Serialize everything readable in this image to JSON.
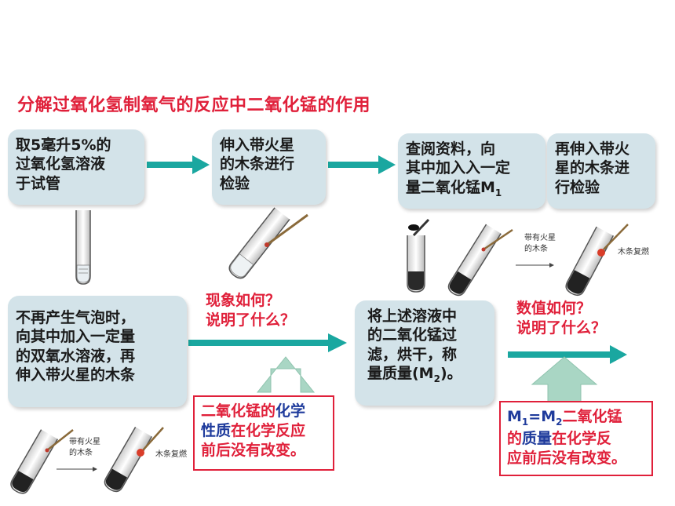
{
  "title": "分解过氧化氢制氧气的反应中二氧化锰的作用",
  "steps": {
    "s1": [
      "取5毫升5%的",
      "过氧化氢溶液",
      "于试管"
    ],
    "s2": [
      "伸入带火星",
      "的木条进行",
      "检验"
    ],
    "s3": [
      "查阅资料，向",
      "其中加入入一定",
      "量二氧化锰M"
    ],
    "s3_sub": "1",
    "s4": [
      "再伸入带火",
      "星的木条进",
      "行检验"
    ],
    "s5": [
      "不再产生气泡时，",
      "向其中加入一定量",
      "的双氧水溶液，再",
      "伸入带火星的木条"
    ],
    "s6": [
      "将上述溶液中",
      "的二氧化锰过",
      "滤，烘干，称"
    ],
    "s6_last_pre": "量质量(M",
    "s6_last_sub": "2",
    "s6_last_post": ")。"
  },
  "questions": {
    "q1": [
      "现象如何？",
      "说明了什么？"
    ],
    "q2": [
      "数值如何？",
      "说明了什么？"
    ]
  },
  "conclusions": {
    "c1": {
      "l1a": "二氧化锰的",
      "l1b": "化学",
      "l2a": "性质",
      "l2b": "在化学反应",
      "l3": "前后没有改变。"
    },
    "c2": {
      "m1": "M",
      "m1sub": "1",
      "eq": "=M",
      "m2sub": "2",
      "l1b": "二氧化锰",
      "l2a": "的",
      "l2b": "质量",
      "l2c": "在化学反",
      "l3": "应前后没有改变。"
    }
  },
  "figure_labels": {
    "splint_a": "带有火星",
    "splint_b": "的木条",
    "relit": "木条复燃"
  },
  "colors": {
    "arrow": "#1aa7a0",
    "big_arrow": "#a9d6c4",
    "box": "#d3e3e9",
    "title": "#e0203a",
    "emphasis": "#1f3b9c"
  }
}
